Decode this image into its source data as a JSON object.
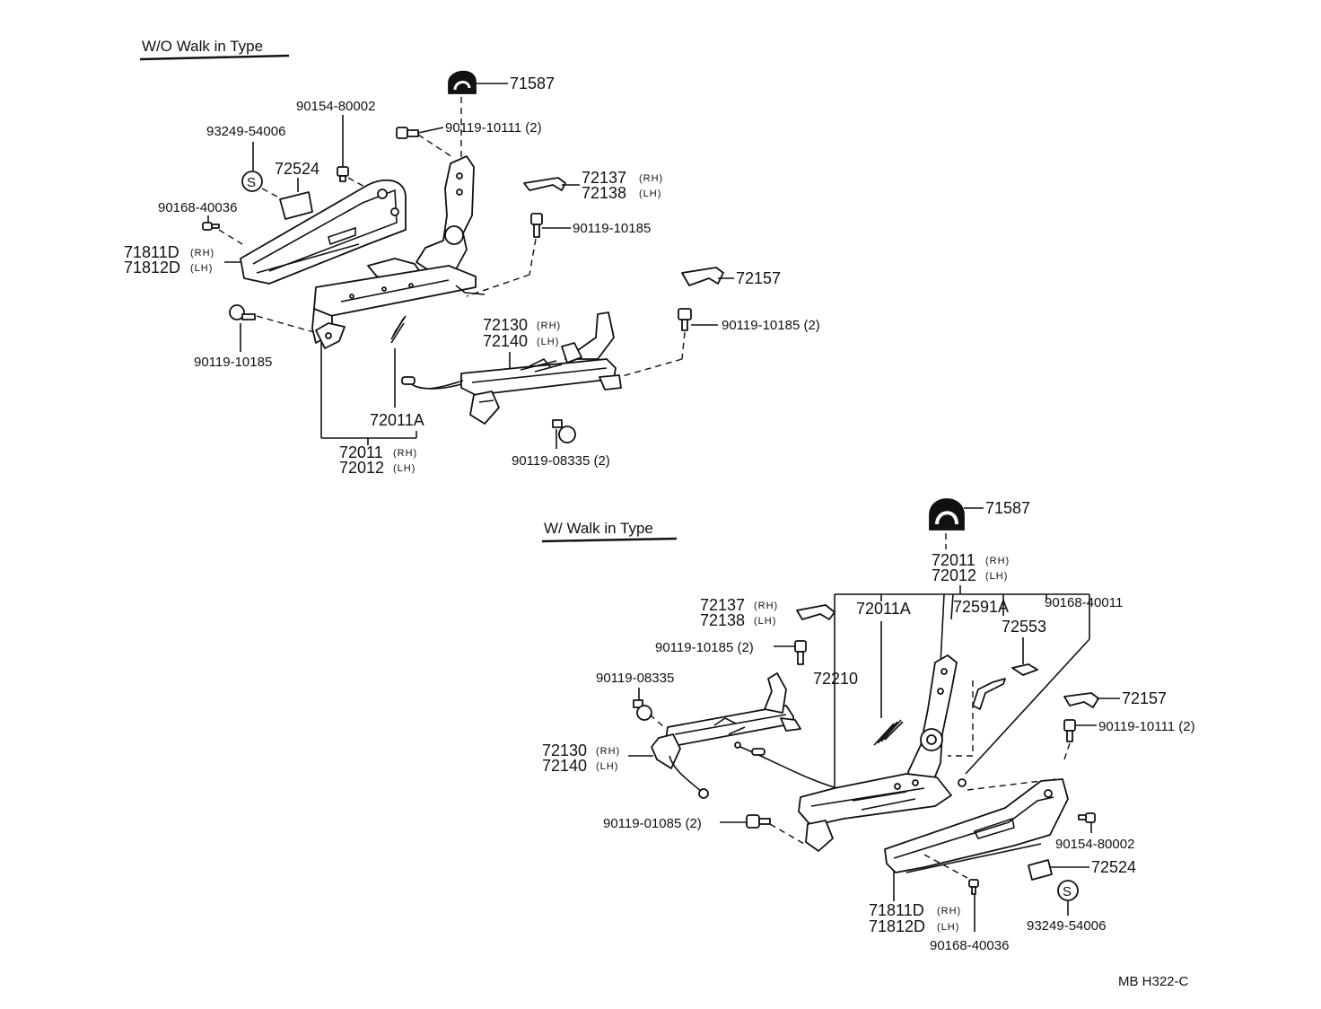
{
  "sections": {
    "top": {
      "title": "W/O Walk in Type"
    },
    "bottom": {
      "title": "W/ Walk in Type"
    }
  },
  "top": {
    "p71587": "71587",
    "p90119_10111": "90119-10111 (2)",
    "p90154_80002": "90154-80002",
    "p93249_54006": "93249-54006",
    "p72524": "72524",
    "p72137": "72137",
    "p72138": "72138",
    "p90168_40036": "90168-40036",
    "p90119_10185_a": "90119-10185",
    "p71811D": "71811D",
    "p71812D": "71812D",
    "p72157": "72157",
    "p72130": "72130",
    "p72140": "72140",
    "p90119_10185_2": "90119-10185 (2)",
    "p90119_10185_b": "90119-10185",
    "p72011A": "72011A",
    "p72011": "72011",
    "p72012": "72012",
    "p90119_08335": "90119-08335 (2)",
    "stamp": "S"
  },
  "bottom": {
    "p71587": "71587",
    "p72011": "72011",
    "p72012": "72012",
    "p72137": "72137",
    "p72138": "72138",
    "p72011A": "72011A",
    "p72591A": "72591A",
    "p90168_40011": "90168-40011",
    "p72553": "72553",
    "p90119_10185_2": "90119-10185 (2)",
    "p72210": "72210",
    "p90119_08335": "90119-08335",
    "p72157": "72157",
    "p90119_10111_2": "90119-10111 (2)",
    "p72130": "72130",
    "p72140": "72140",
    "p90119_01085_2": "90119-01085 (2)",
    "p90154_80002": "90154-80002",
    "p72524": "72524",
    "p71811D": "71811D",
    "p71812D": "71812D",
    "p93249_54006": "93249-54006",
    "p90168_40036": "90168-40036",
    "stamp": "S"
  },
  "sides": {
    "rh": "(RH)",
    "lh": "(LH)"
  },
  "footer": {
    "code": "MB  H322-C"
  }
}
